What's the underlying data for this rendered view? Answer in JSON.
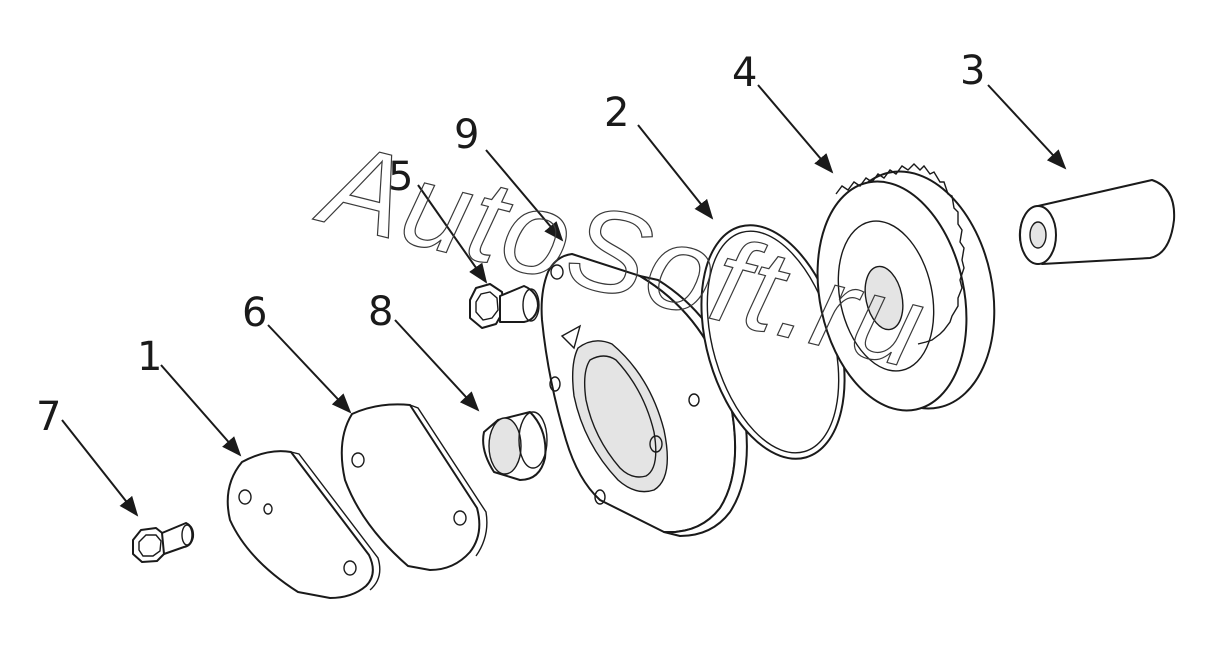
{
  "watermark": "AutoSoft.ru",
  "callouts": [
    {
      "id": "7",
      "label": "7"
    },
    {
      "id": "1",
      "label": "1"
    },
    {
      "id": "6",
      "label": "6"
    },
    {
      "id": "8",
      "label": "8"
    },
    {
      "id": "5",
      "label": "5"
    },
    {
      "id": "9",
      "label": "9"
    },
    {
      "id": "2",
      "label": "2"
    },
    {
      "id": "4",
      "label": "4"
    },
    {
      "id": "3",
      "label": "3"
    }
  ]
}
